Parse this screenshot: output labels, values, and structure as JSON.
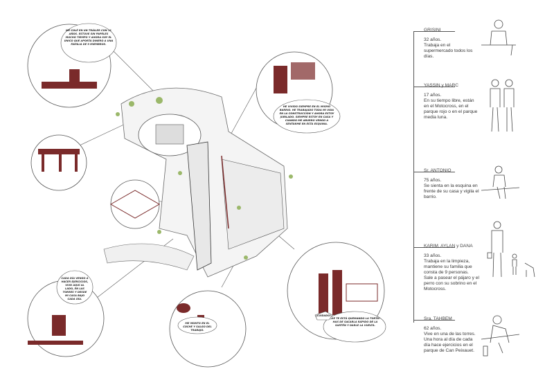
{
  "bubbles": [
    "Me colé en un tráiler con 11 años. Estuve sin papeles mucho tiempo y ahora soy el único que aporta dinero a una familia de 9 miembros.",
    "He vivido siempre en el mismo barrio. He trabajado toda mi vida en la construcción y ahora estoy jubilado. Siempre estoy en casa y cuando me aburro vengo a sentarme en esta esquina.",
    "Cada día vengo a hacer ejercicios, vivo aquí al lado, en las torres y desde mi casa bajo cada día.",
    "Me monto en el coche y salgo del trabajo.",
    "¡Cuidado!",
    "¡Se te está quemando la torta! Has de sacarla rápido de la sartén y darle la vuelta."
  ],
  "residents": [
    {
      "name": "GRISINI",
      "desc": "32 años.\nTrabaja en el supermercado todos los días."
    },
    {
      "name": "YASSIN y MARC",
      "desc": "17 años.\nEn su tiempo libre, están en el Motocross, en el parque rojo o en el parque media luna."
    },
    {
      "name": "Sr. ANTONIO",
      "desc": "75 años.\nSe sienta en la esquina en frente de su casa y vigila el barrio."
    },
    {
      "name": "KARIM, AYLAN y DANA",
      "desc": "33 años.\nTrabaja en la limpieza, mantiene su familia que consta de 9 personas.\nSale a pasear el pájaro y el perro con su sobrino en el Motocross."
    },
    {
      "name": "Sra. TAHBEM",
      "desc": "62 años.\nVive en una de las torres. Una hora al día de cada día hace ejercicios en el parque de Can Peixauet."
    }
  ],
  "colors": {
    "accent": "#7a2a2a",
    "line": "#555555",
    "green": "#9bb86a"
  }
}
